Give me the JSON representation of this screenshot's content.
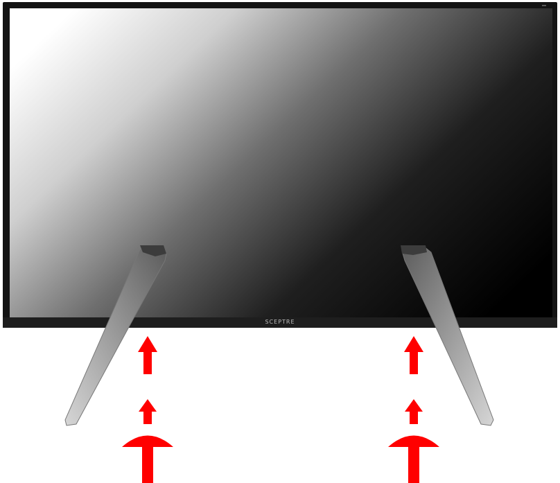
{
  "tv": {
    "brand_logo": "SCEPTRE",
    "bezel_color": "#1a1a1a",
    "screen_gradient": [
      "#ffffff",
      "#8c8c8c",
      "#2a2a2a",
      "#000000"
    ]
  },
  "stands": {
    "count": 2,
    "color": "#a7a7a7"
  },
  "arrows": {
    "color": "#ff0000",
    "icon": "arrow-up-icon",
    "count_per_side": 3
  }
}
